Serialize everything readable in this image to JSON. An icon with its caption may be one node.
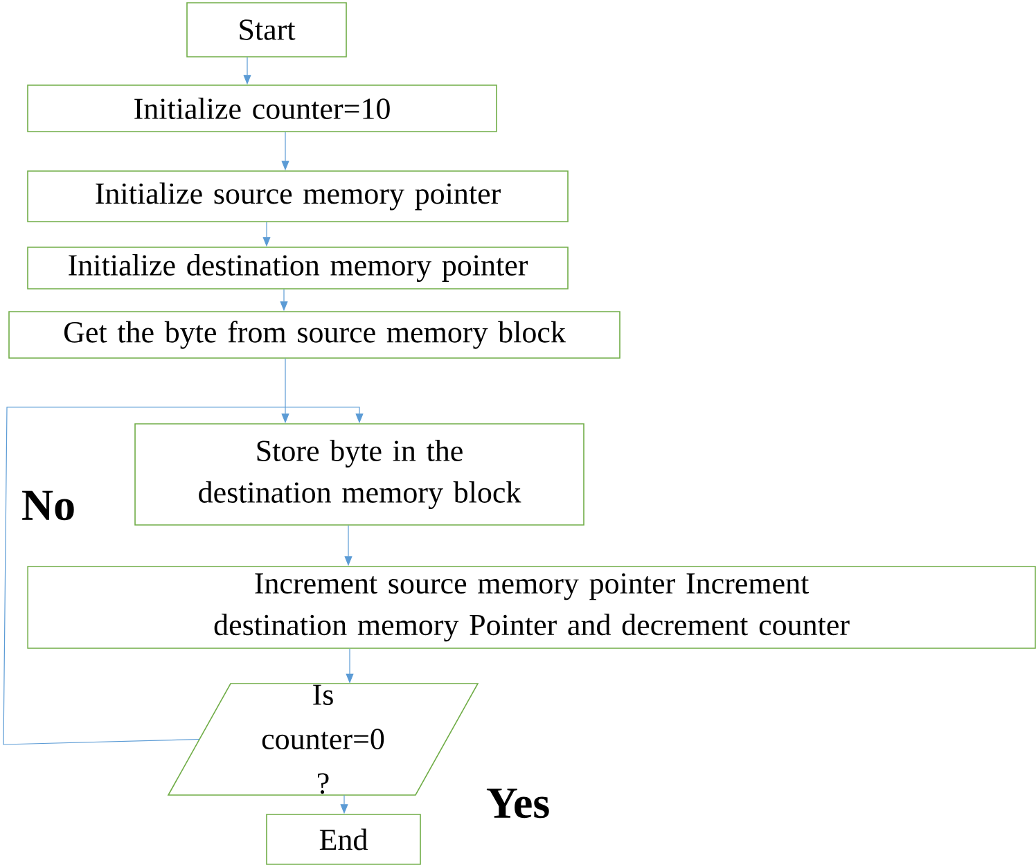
{
  "diagram": {
    "nodes": [
      {
        "text": [
          "Start"
        ]
      },
      {
        "text": [
          "Initialize counter=10"
        ]
      },
      {
        "text": [
          "Initialize source memory pointer"
        ]
      },
      {
        "text": [
          "Initialize destination memory pointer"
        ]
      },
      {
        "text": [
          "Get the byte from source memory block"
        ]
      },
      {
        "text": [
          "Store byte in the destination memory block"
        ]
      },
      {
        "text": [
          "Increment source memory pointer Increment destination memory Pointer and decrement counter"
        ]
      },
      {
        "text": [
          "Is counter=0 ?"
        ]
      },
      {
        "text": [
          "End"
        ]
      }
    ],
    "edges": [
      {
        "from": 0,
        "to": 1,
        "arrow": "to"
      },
      {
        "from": 1,
        "to": 2,
        "arrow": "to"
      },
      {
        "from": 2,
        "to": 3,
        "arrow": "to"
      },
      {
        "from": 3,
        "to": 4,
        "arrow": "to"
      },
      {
        "from": 4,
        "to": 5,
        "arrow": "to"
      },
      {
        "from": 5,
        "to": 6,
        "arrow": "to"
      },
      {
        "from": 6,
        "to": 7,
        "arrow": "to"
      },
      {
        "from": 7,
        "to": 8,
        "arrow": "to",
        "label": "Yes"
      },
      {
        "from": 7,
        "to": 5,
        "arrow": "to",
        "label": "No"
      }
    ]
  }
}
